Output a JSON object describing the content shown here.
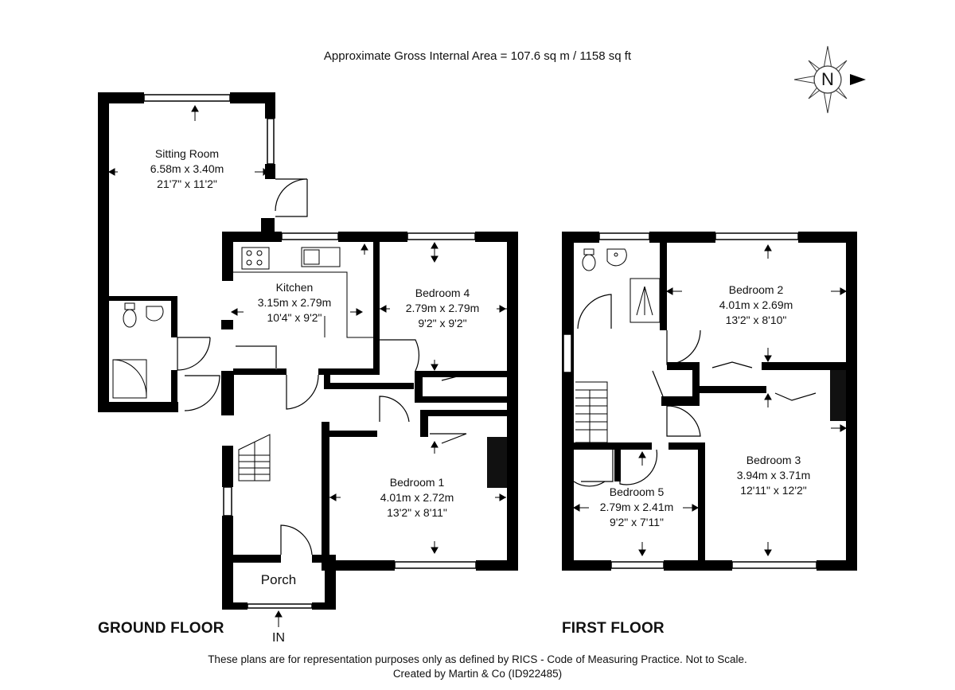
{
  "header": {
    "gross_area": "Approximate Gross Internal Area = 107.6 sq m / 1158 sq ft"
  },
  "compass": {
    "label": "N"
  },
  "rooms": {
    "sitting_room": {
      "name": "Sitting Room",
      "metric": "6.58m x 3.40m",
      "imperial": "21'7\" x 11'2\""
    },
    "kitchen": {
      "name": "Kitchen",
      "metric": "3.15m x 2.79m",
      "imperial": "10'4\" x 9'2\""
    },
    "bedroom4": {
      "name": "Bedroom 4",
      "metric": "2.79m x 2.79m",
      "imperial": "9'2\" x 9'2\""
    },
    "bedroom1": {
      "name": "Bedroom 1",
      "metric": "4.01m x 2.72m",
      "imperial": "13'2\" x 8'11\""
    },
    "porch": {
      "name": "Porch"
    },
    "bedroom2": {
      "name": "Bedroom 2",
      "metric": "4.01m x 2.69m",
      "imperial": "13'2\" x 8'10\""
    },
    "bedroom3": {
      "name": "Bedroom 3",
      "metric": "3.94m x 3.71m",
      "imperial": "12'11\" x 12'2\""
    },
    "bedroom5": {
      "name": "Bedroom 5",
      "metric": "2.79m x 2.41m",
      "imperial": "9'2\" x 7'11\""
    }
  },
  "entrance": "IN",
  "floors": {
    "ground": "GROUND FLOOR",
    "first": "FIRST FLOOR"
  },
  "footer": {
    "disclaimer": "These plans are for representation purposes only as defined by RICS - Code of Measuring Practice. Not to Scale.",
    "credit": "Created by Martin & Co (ID922485)"
  }
}
